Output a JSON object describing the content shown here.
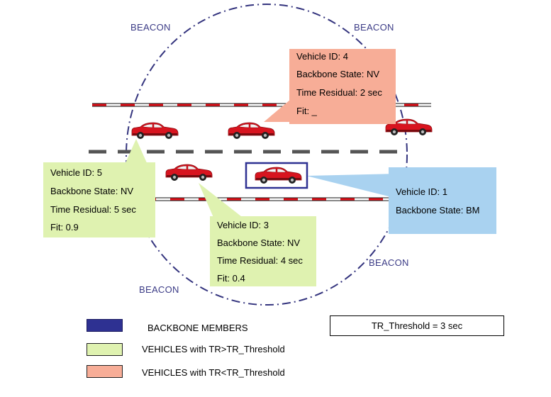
{
  "colors": {
    "green_box": "#dff2b0",
    "pink_box": "#f7ad97",
    "blue_box": "#a9d2f0",
    "backbone_outline": "#2e3192",
    "beacon_circle": "#34347e",
    "car_red": "#d8141f",
    "lane_red": "#e3131c"
  },
  "beacons": [
    "BEACON",
    "BEACON",
    "BEACON",
    "BEACON"
  ],
  "vehicles": {
    "v4": {
      "id": "Vehicle ID: 4",
      "state": "Backbone State: NV",
      "residual": "Time Residual: 2 sec",
      "fit": "Fit:  _"
    },
    "v5": {
      "id": "Vehicle ID: 5",
      "state": "Backbone State: NV",
      "residual": "Time Residual: 5 sec",
      "fit": "Fit:  0.9"
    },
    "v3": {
      "id": "Vehicle ID: 3",
      "state": "Backbone State: NV",
      "residual": "Time Residual: 4 sec",
      "fit": "Fit:  0.4"
    },
    "v1": {
      "id": "Vehicle ID: 1",
      "state": "Backbone State: BM"
    }
  },
  "legend": {
    "backbone": "BACKBONE MEMBERS",
    "above": "VEHICLES with TR>TR_Threshold",
    "below": "VEHICLES with TR<TR_Threshold"
  },
  "threshold": "TR_Threshold = 3 sec",
  "icons": [
    "car-icon",
    "backbone-member-marker"
  ]
}
